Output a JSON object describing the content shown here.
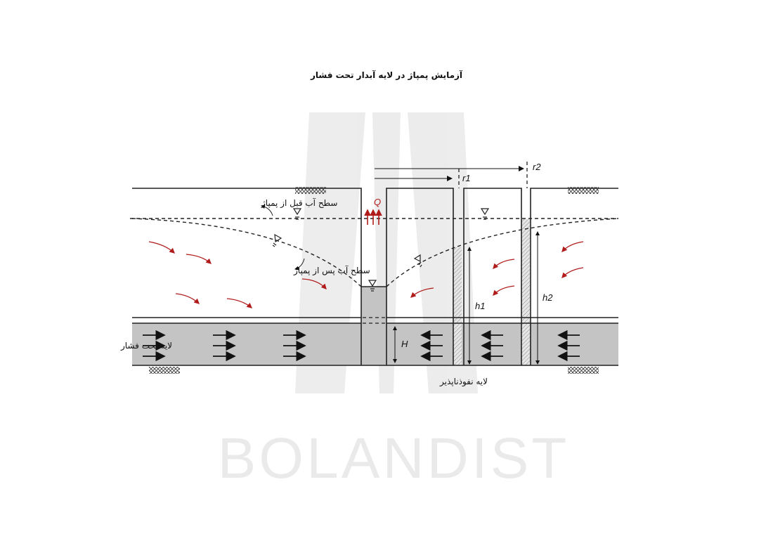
{
  "title": "آزمایش پمپاژ در لایه آبدار تحت فشار",
  "labels": {
    "water_before": "سطح آب قبل از پمپاژ",
    "water_after": "سطح آب پس از پمپاژ",
    "confined_layer": "لایه تحت فشار",
    "impermeable_layer": "لایه نفوذناپذیر",
    "discharge": "Q",
    "aquifer_thickness": "H",
    "r1": "r1",
    "r2": "r2",
    "h1": "h1",
    "h2": "h2"
  },
  "watermark": "BOLANDIST",
  "colors": {
    "aquifer": "#c4c4c4",
    "flow_arrow": "#b01c1c",
    "line": "#222222"
  }
}
